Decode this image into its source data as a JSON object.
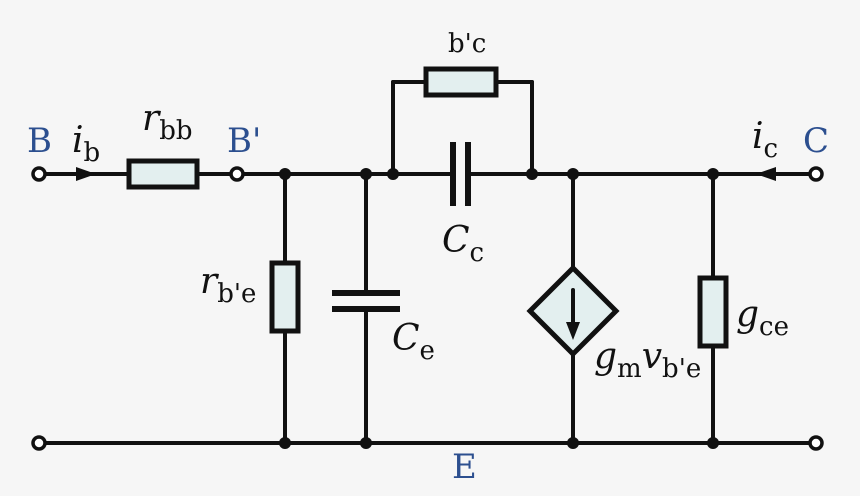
{
  "colors": {
    "background": "#f6f6f6",
    "wire": "#111111",
    "component_fill": "#e3efef",
    "node_label": "#2c4f8f"
  },
  "nodes": {
    "base": "B",
    "internal_base": "B'",
    "collector": "C",
    "emitter": "E"
  },
  "currents": {
    "base": {
      "symbol": "i",
      "sub": "b"
    },
    "collector": {
      "symbol": "i",
      "sub": "c"
    }
  },
  "components": {
    "r_bb": {
      "symbol": "r",
      "sub": "bb"
    },
    "r_be": {
      "symbol": "r",
      "sub": "b'e"
    },
    "r_bc": {
      "sub": "b'c"
    },
    "c_e": {
      "symbol": "C",
      "sub": "e"
    },
    "c_c": {
      "symbol": "C",
      "sub": "c"
    },
    "gm": {
      "symbol": "g",
      "sub": "m",
      "symbol2": "v",
      "sub2": "b'e"
    },
    "g_ce": {
      "symbol": "g",
      "sub": "ce"
    }
  }
}
